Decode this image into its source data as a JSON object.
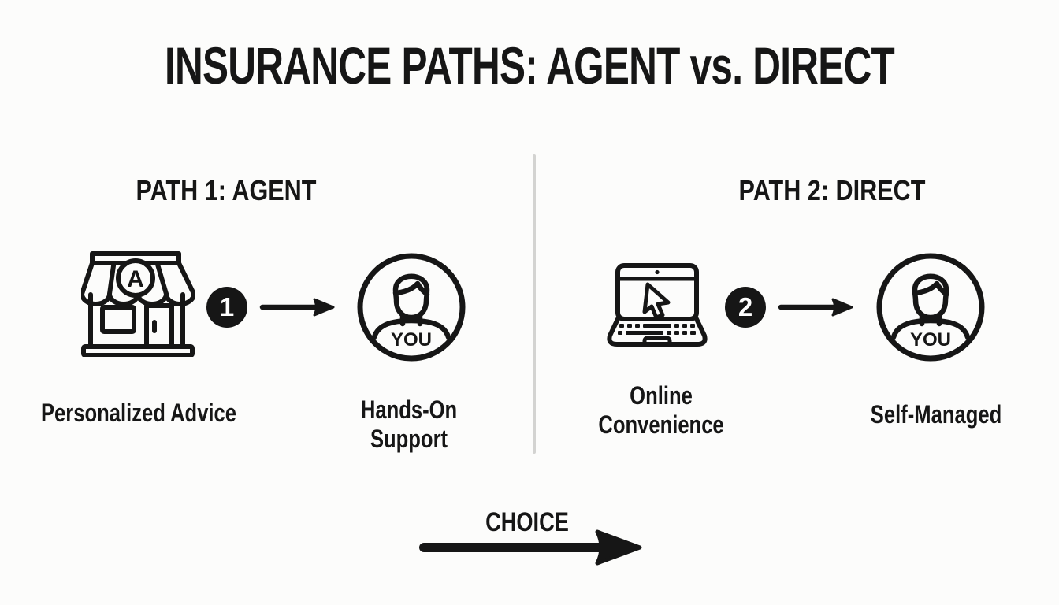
{
  "title": "INSURANCE PATHS: AGENT vs. DIRECT",
  "colors": {
    "background": "#fcfcfb",
    "ink": "#161616",
    "divider": "#d3d3d1",
    "badge_fill": "#161616",
    "badge_text": "#ffffff"
  },
  "left_path": {
    "header": "PATH 1: AGENT",
    "icon": "storefront-icon",
    "icon_letter": "A",
    "icon_label": "Personalized Advice",
    "step_number": "1",
    "avatar_text": "YOU",
    "result_label": "Hands-On Support"
  },
  "right_path": {
    "header": "PATH 2: DIRECT",
    "icon": "laptop-icon",
    "icon_label": "Online Convenience",
    "step_number": "2",
    "avatar_text": "YOU",
    "result_label": "Self-Managed"
  },
  "footer": {
    "label": "CHOICE"
  }
}
